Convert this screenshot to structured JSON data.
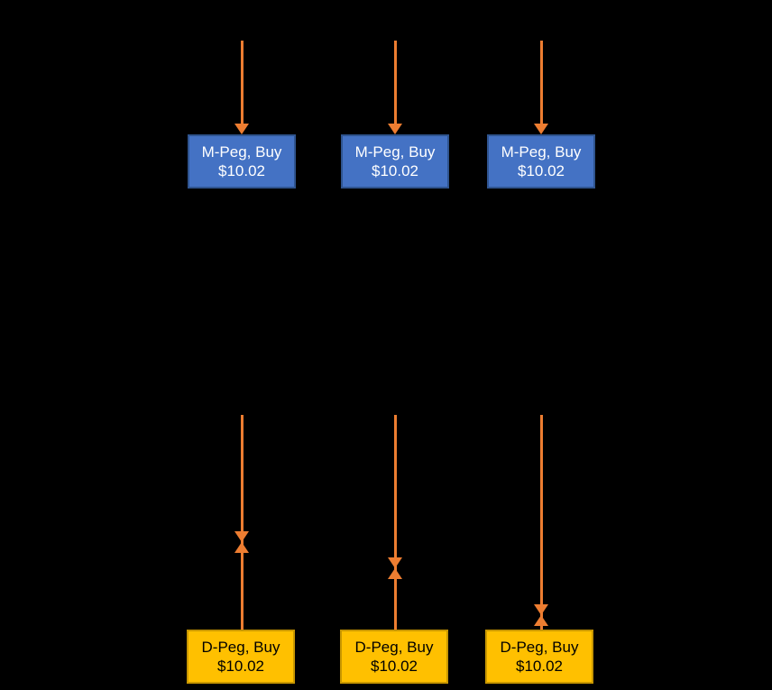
{
  "diagram": {
    "background_color": "#000000",
    "arrow_color": "#ED7D31",
    "m_peg_style": {
      "fill": "#4472C4",
      "border": "#2F548F",
      "text_color": "#FFFFFF"
    },
    "d_peg_style": {
      "fill": "#FFC000",
      "border": "#C99700",
      "text_color": "#000000"
    },
    "columns": [
      {
        "m_peg_label": "M-Peg, Buy",
        "m_peg_price": "$10.02",
        "d_peg_label": "D-Peg, Buy",
        "d_peg_price": "$10.02"
      },
      {
        "m_peg_label": "M-Peg, Buy",
        "m_peg_price": "$10.02",
        "d_peg_label": "D-Peg, Buy",
        "d_peg_price": "$10.02"
      },
      {
        "m_peg_label": "M-Peg, Buy",
        "m_peg_price": "$10.02",
        "d_peg_label": "D-Peg, Buy",
        "d_peg_price": "$10.02"
      }
    ]
  }
}
